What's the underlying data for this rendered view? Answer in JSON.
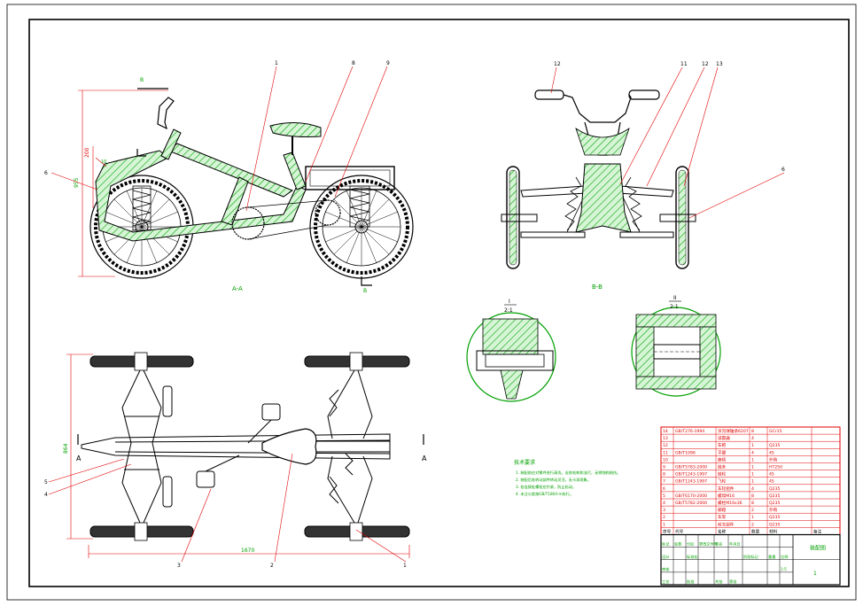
{
  "views": {
    "side_label": "A-A",
    "front_label": "B-B",
    "section_b_top": "B",
    "section_b_bottom": "B",
    "section_a_left": "A",
    "section_a_right": "A",
    "detail1_num": "I",
    "detail1_scale": "2:1",
    "detail2_num": "II",
    "detail2_scale": "2:1"
  },
  "dimensions": {
    "side_height": "955",
    "side_wheel_h": "200",
    "plan_width": "864",
    "plan_length": "1670"
  },
  "balloons_side": [
    "6",
    "1",
    "8",
    "9",
    "10"
  ],
  "balloons_front": [
    "12",
    "11",
    "12",
    "13",
    "6"
  ],
  "balloons_plan": [
    "5",
    "4",
    "3",
    "2",
    "1"
  ],
  "notes": {
    "title": "技术要求",
    "items": [
      "1. 装配前应对零件进行清洗，去除毛刺和油污，无锈蚀和损伤。",
      "2. 装配后各转动部件转动灵活，无卡滞现象。",
      "3. 各连接处螺栓应拧紧，防止松动。",
      "4. 未注公差按GB/T1804-m执行。"
    ]
  },
  "bom": {
    "rows": [
      [
        "14",
        "GB/T276-1994",
        "深沟球轴承6207",
        "8",
        "GCr15",
        ""
      ],
      [
        "13",
        "",
        "减震器",
        "4",
        "",
        ""
      ],
      [
        "12",
        "",
        "车把",
        "1",
        "Q235",
        ""
      ],
      [
        "11",
        "GB/T1096",
        "平键",
        "4",
        "45",
        ""
      ],
      [
        "10",
        "",
        "座椅",
        "1",
        "外购",
        ""
      ],
      [
        "9",
        "GB/T5783-2000",
        "链条",
        "1",
        "HT250",
        ""
      ],
      [
        "8",
        "GB/T1243-1997",
        "链轮",
        "1",
        "45",
        ""
      ],
      [
        "7",
        "GB/T1243-1997",
        "飞轮",
        "1",
        "45",
        ""
      ],
      [
        "6",
        "",
        "车轮组件",
        "4",
        "Q235",
        ""
      ],
      [
        "5",
        "GB/T6170-2000",
        "螺母M16",
        "8",
        "Q235",
        ""
      ],
      [
        "4",
        "GB/T5782-2000",
        "螺栓M16x36",
        "8",
        "Q235",
        ""
      ],
      [
        "3",
        "",
        "脚蹬",
        "2",
        "外购",
        ""
      ],
      [
        "2",
        "",
        "车架",
        "1",
        "Q235",
        ""
      ],
      [
        "1",
        "",
        "前叉组件",
        "2",
        "Q235",
        ""
      ]
    ],
    "header": [
      "序号",
      "代号",
      "名称",
      "数量",
      "材料",
      "备注"
    ]
  },
  "title_block": {
    "row1": [
      "标记",
      "处数",
      "分区",
      "更改文件号",
      "签名",
      "年月日"
    ],
    "row2": [
      "设计",
      "",
      "标准化",
      "",
      "阶段标记",
      "重量",
      "比例"
    ],
    "row3": [
      "审核",
      "",
      "",
      "",
      "",
      "",
      "1:5"
    ],
    "row4": [
      "工艺",
      "",
      "批准",
      "",
      "共张",
      "第张"
    ],
    "drawing_name": "装配图",
    "drawing_no": "1"
  },
  "colors": {
    "outline": "#000000",
    "hatch": "#00a000",
    "fill": "#c8f0c8",
    "leader": "#e00000",
    "label": "#00a000"
  }
}
